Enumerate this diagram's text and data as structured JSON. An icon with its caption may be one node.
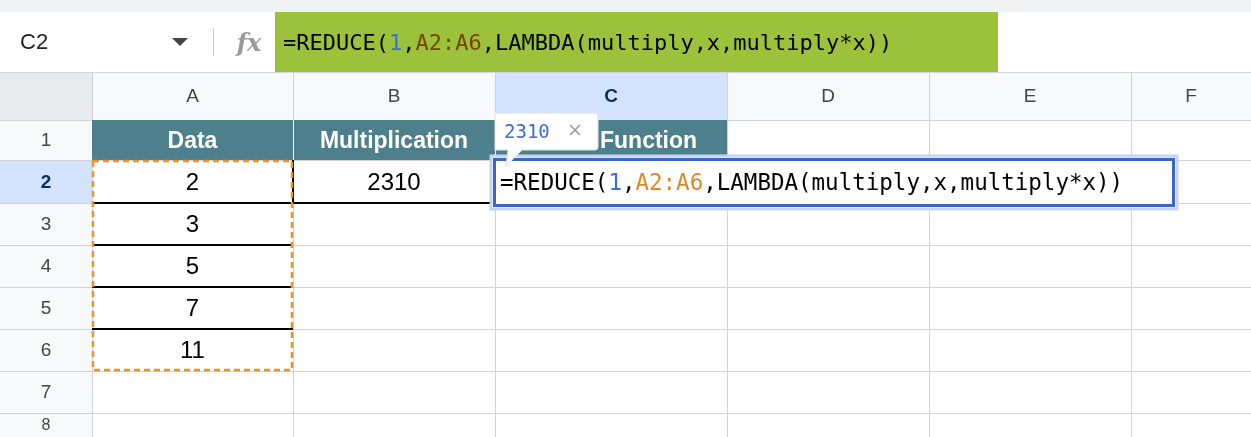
{
  "diagram": {
    "labels": [
      "C2",
      "fx",
      "=REDUCE(1,A2:A6,LAMBDA(multiply,x,multiply*x))",
      "A",
      "B",
      "C",
      "D",
      "E",
      "F",
      "1",
      "Data",
      "Multiplication",
      "2310",
      "Function",
      "2",
      "2",
      "2310",
      "=REDUCE(1,A2:A6,LAMBDA(multiply,x,multiply*x))",
      "3",
      "3",
      "4",
      "5",
      "5",
      "7",
      "6",
      "11",
      "7",
      "8"
    ]
  }
}
